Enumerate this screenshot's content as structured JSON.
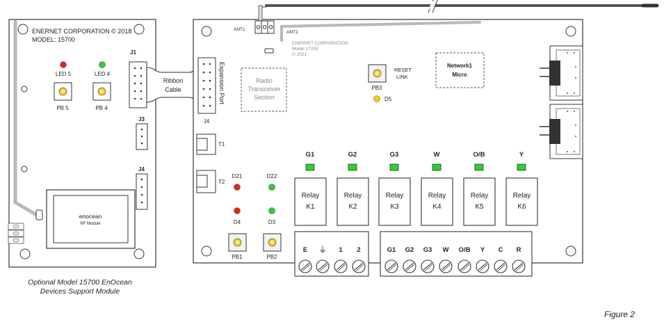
{
  "module": {
    "company": "ENERNET CORPORATION © 2018",
    "model": "MODEL: 15700",
    "led5": "LED 5",
    "led4": "LED 4",
    "pb5": "PB 5",
    "pb4": "PB 4",
    "j1": "J1",
    "j3": "J3",
    "j4": "J4",
    "rf_name": "enocean",
    "rf_sub": "RF Module",
    "caption_line1": "Optional Model 15700 EnOcean",
    "caption_line2": "Devices Support Module"
  },
  "cable": {
    "line1": "Ribbon",
    "line2": "Cable"
  },
  "main": {
    "ant1": "ANT1",
    "ant2": "ANT2",
    "company": "ENERNET CORPORATION",
    "model": "Model 17200",
    "year": "© 2021",
    "radio1": "Radio",
    "radio2": "Transceiver",
    "radio3": "Section",
    "expansion": "Expansion Port",
    "j4": "J4",
    "reset1": "RESET",
    "reset2": "LINK",
    "pb3": "PB3",
    "d5": "D5",
    "network1": "Network1",
    "network2": "Micro",
    "t1": "T1",
    "t2": "T2",
    "d21": "D21",
    "d22": "D22",
    "d4": "D4",
    "d3": "D3",
    "pb1": "PB1",
    "pb2": "PB2",
    "relay_word": "Relay",
    "relays": [
      {
        "top": "G1",
        "k": "K1"
      },
      {
        "top": "G2",
        "k": "K2"
      },
      {
        "top": "G3",
        "k": "K3"
      },
      {
        "top": "W",
        "k": "K4"
      },
      {
        "top": "O/B",
        "k": "K5"
      },
      {
        "top": "Y",
        "k": "K6"
      }
    ],
    "term_left": [
      "E",
      "⏚",
      "1",
      "2"
    ],
    "term_right": [
      "G1",
      "G2",
      "G3",
      "W",
      "O/B",
      "Y",
      "C",
      "R"
    ]
  },
  "figure": "Figure 2",
  "colors": {
    "red_led": "#e8231f",
    "green_led": "#2fcf2f",
    "yellow_led": "#f2c81f",
    "trace": "#b8b8b8"
  }
}
